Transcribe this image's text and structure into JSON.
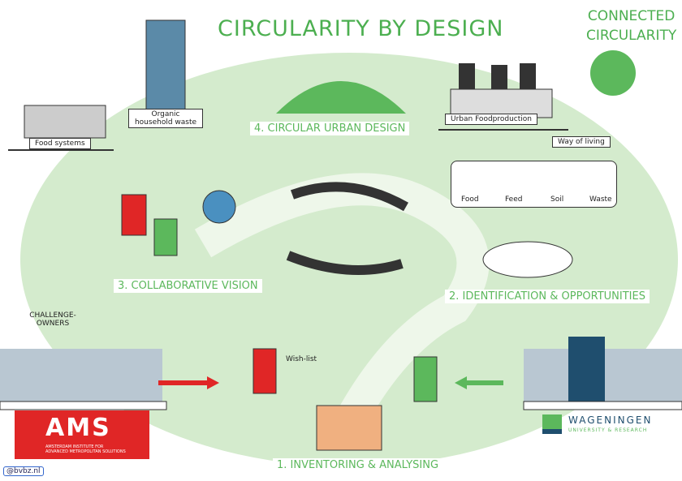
{
  "title": "CIRCULARITY BY DESIGN",
  "corner_title": [
    "CONNECTED",
    "CIRCULARITY"
  ],
  "top_labels": {
    "food_systems": "Food systems",
    "organic_waste": "Organic household waste",
    "urban_food": "Urban Foodproduction",
    "way_of_living": "Way of living"
  },
  "steps": {
    "s4": "4. CIRCULAR URBAN DESIGN",
    "s3": "3. COLLABORATIVE VISION",
    "s2": "2. IDENTIFICATION & OPPORTUNITIES",
    "s1": "1. INVENTORING & ANALYSING"
  },
  "challenge_owners": "CHALLENGE-OWNERS",
  "wishlist": "Wish-list",
  "icons_row": [
    "Food",
    "Feed",
    "Soil",
    "Waste"
  ],
  "ams": {
    "logo": "AMS",
    "line1": "AMSTERDAM INSTITUTE FOR",
    "line2": "ADVANCED METROPOLITAN SOLUTIONS"
  },
  "wur": {
    "name": "WAGENINGEN",
    "sub": "UNIVERSITY & RESEARCH"
  },
  "credit": "@bvbz.nl",
  "colors": {
    "green": "#4caf50",
    "red": "#e02626",
    "light_green": "#cfe8c8"
  }
}
